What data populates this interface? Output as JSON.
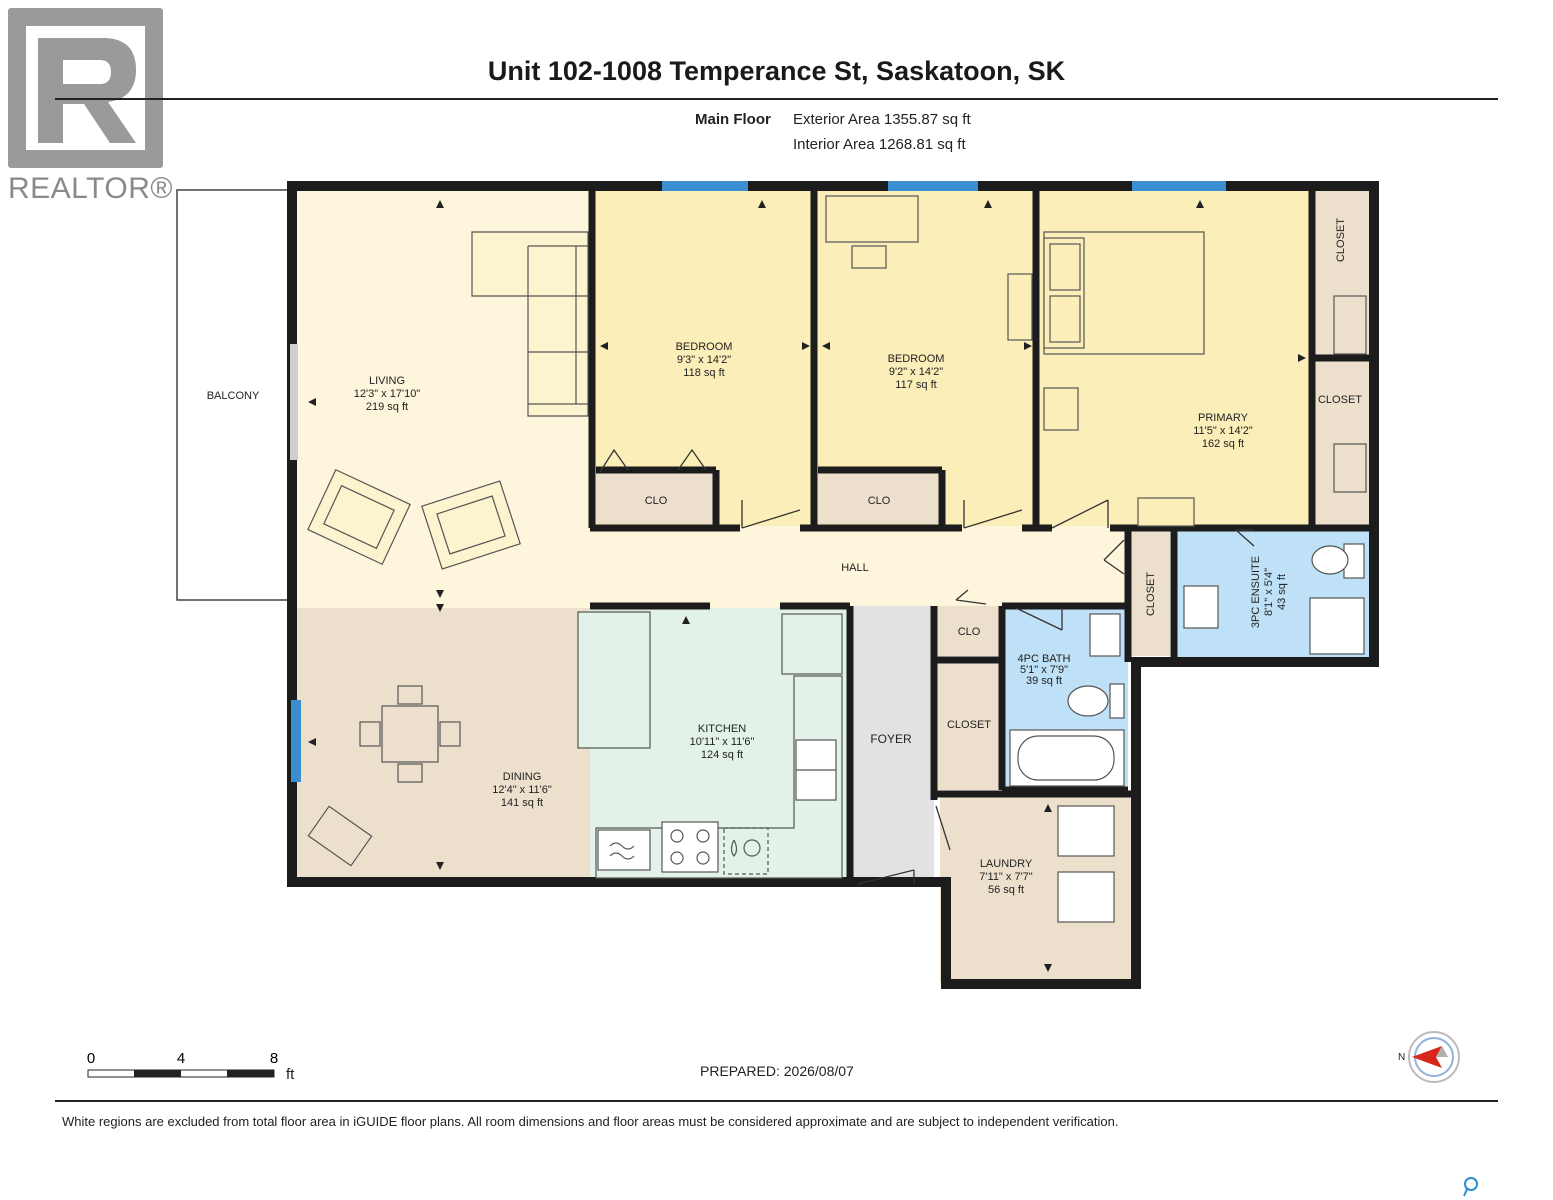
{
  "header": {
    "title": "Unit 102-1008 Temperance St, Saskatoon, SK",
    "floor_label": "Main Floor",
    "exterior_area": "Exterior Area 1355.87 sq ft",
    "interior_area": "Interior Area 1268.81 sq ft"
  },
  "logo": {
    "text": "REALTOR®"
  },
  "rooms": {
    "living": {
      "name": "LIVING",
      "dims": "12'3\" x 17'10\"",
      "area": "219 sq ft"
    },
    "bedroom1": {
      "name": "BEDROOM",
      "dims": "9'3\" x 14'2\"",
      "area": "118 sq ft"
    },
    "bedroom2": {
      "name": "BEDROOM",
      "dims": "9'2\" x 14'2\"",
      "area": "117 sq ft"
    },
    "primary": {
      "name": "PRIMARY",
      "dims": "11'5\" x 14'2\"",
      "area": "162 sq ft"
    },
    "dining": {
      "name": "DINING",
      "dims": "12'4\" x 11'6\"",
      "area": "141 sq ft"
    },
    "kitchen": {
      "name": "KITCHEN",
      "dims": "10'11\" x 11'6\"",
      "area": "124 sq ft"
    },
    "bath4": {
      "name": "4PC BATH",
      "dims": "5'1\" x 7'9\"",
      "area": "39 sq ft"
    },
    "ensuite": {
      "name": "3PC ENSUITE",
      "dims": "8'1\" x 5'4\"",
      "area": "43 sq ft"
    },
    "laundry": {
      "name": "LAUNDRY",
      "dims": "7'11\" x 7'7\"",
      "area": "56 sq ft"
    }
  },
  "labels": {
    "balcony": "BALCONY",
    "hall": "HALL",
    "foyer": "FOYER",
    "clo": "CLO",
    "closet": "CLOSET"
  },
  "scale": {
    "t0": "0",
    "t4": "4",
    "t8": "8",
    "unit": "ft"
  },
  "footer": {
    "prepared": "PREPARED: 2026/08/07",
    "disclaimer": "White regions are excluded from total floor area in iGUIDE floor plans. All room dimensions and floor areas must be considered approximate and are subject to independent verification."
  },
  "colors": {
    "living": "#fdf6dc",
    "bedroom": "#fbeeb8",
    "primary": "#fbeeb8",
    "dining": "#ece0cd",
    "kitchen": "#e3f2e8",
    "bath": "#bfe1f7",
    "laundry": "#ece0cd",
    "foyer": "#e2e2e2",
    "closet": "#ece0cd",
    "wall": "#1c1c1c",
    "window": "#3a8fd0"
  },
  "icons": [
    "realtor-logo-icon",
    "compass-icon",
    "sofa-icon",
    "armchair-icon",
    "bed-icon",
    "table-icon",
    "sink-icon",
    "toilet-icon",
    "bathtub-icon",
    "shower-icon",
    "stove-icon",
    "washer-icon",
    "dryer-icon"
  ]
}
